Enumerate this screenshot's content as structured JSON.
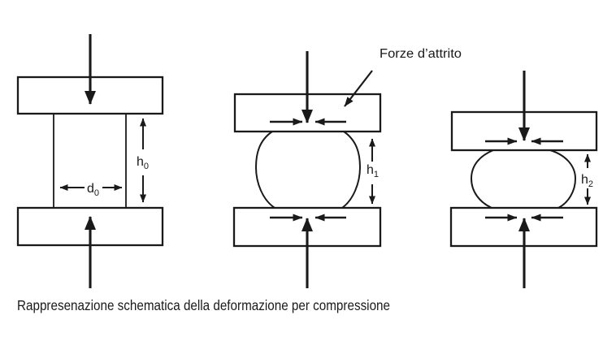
{
  "figure": {
    "caption": "Rappresenazione schematica della deformazione per compressione",
    "friction_label": "Forze d’attrito",
    "colors": {
      "ink": "#1a1a1a",
      "background": "#ffffff"
    },
    "stages": [
      {
        "height": {
          "base": "h",
          "sub": "0"
        },
        "diameter": {
          "base": "d",
          "sub": "0"
        }
      },
      {
        "height": {
          "base": "h",
          "sub": "1"
        }
      },
      {
        "height": {
          "base": "h",
          "sub": "2"
        }
      }
    ]
  }
}
